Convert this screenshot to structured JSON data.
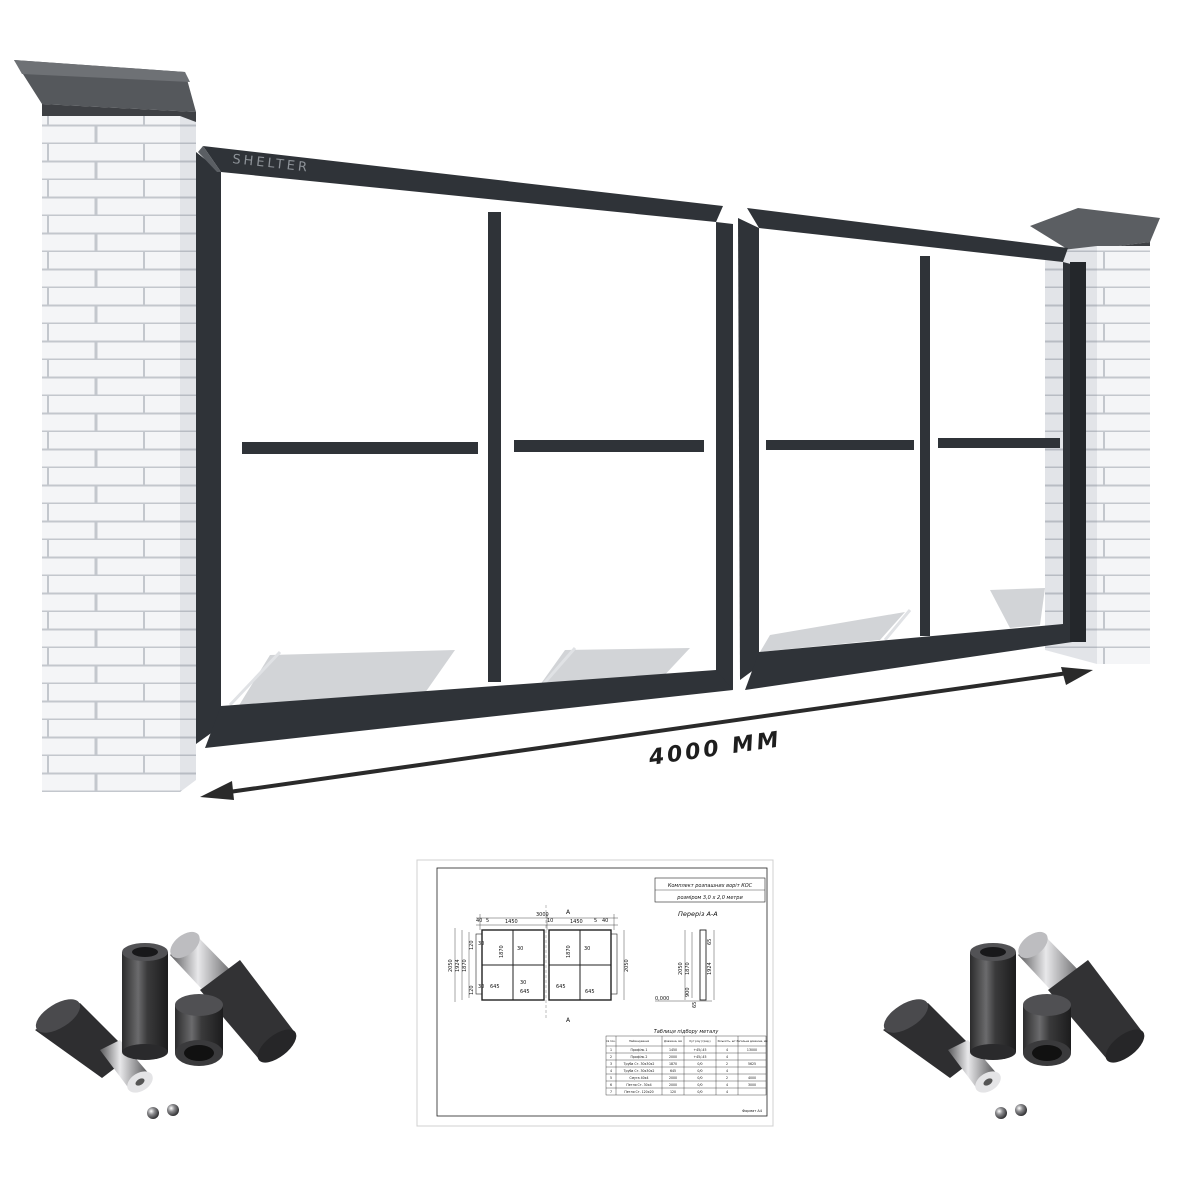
{
  "gate": {
    "brand": "SHELTER",
    "width_label": "4000 MM",
    "colors": {
      "frame": "#2f3338",
      "brick": "#f3f4f6",
      "mortar": "#c5c9cf",
      "cap": "#55585c"
    }
  },
  "drawing": {
    "title_line1": "Комплект розпашних воріт КОС",
    "title_line2": "розміром 3,0 х 2,0 метри",
    "section_label": "Переріз А-А",
    "section_marker": "А",
    "dims_top": [
      "40",
      "5",
      "1450",
      "3000",
      "10",
      "1450",
      "5",
      "40"
    ],
    "dims_left": [
      "2050",
      "1924",
      "1870",
      "120",
      "30",
      "30",
      "120"
    ],
    "dims_inner": [
      "1870",
      "30",
      "645",
      "645",
      "30",
      "645",
      "645",
      "1870",
      "30"
    ],
    "dims_section": [
      "2050",
      "1870",
      "1924",
      "900",
      "65",
      "65"
    ],
    "level_label": "0,000",
    "table_title": "Таблиця підбору металу",
    "table_headers": [
      "№ поз.",
      "Найменування",
      "Довжина, мм",
      "Кут різу (град.)",
      "Кількість, шт.",
      "Загальна довжина, мм"
    ],
    "table_rows": [
      [
        "1",
        "Профіль 1",
        "1450",
        "+45/-45",
        "4",
        "13000"
      ],
      [
        "2",
        "Профіль 2",
        "2000",
        "+45/-45",
        "4",
        ""
      ],
      [
        "3",
        "Труба Ст. 30x30x2",
        "1870",
        "0/0",
        "2",
        "5625"
      ],
      [
        "4",
        "Труба Ст. 30x30x2",
        "645",
        "0/0",
        "4",
        ""
      ],
      [
        "5",
        "Смуга 40x4",
        "2000",
        "0/0",
        "2",
        "4000"
      ],
      [
        "6",
        "Петля Ст. 30x4",
        "2000",
        "0/0",
        "4",
        "3000"
      ],
      [
        "7",
        "Петля Ст. 120x20",
        "120",
        "0/0",
        "4",
        ""
      ]
    ],
    "footer_note": "Формат А4"
  }
}
